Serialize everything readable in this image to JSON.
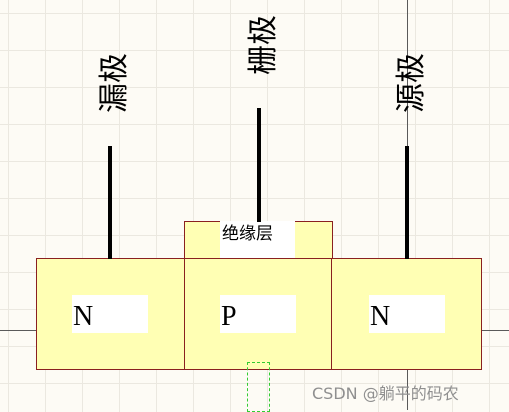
{
  "terminals": {
    "drain": "漏极",
    "gate": "栅极",
    "source": "源极"
  },
  "insulation_label": "绝缘层",
  "regions": {
    "left": "N",
    "middle": "P",
    "right": "N"
  },
  "watermark": "CSDN @躺平的码农",
  "colors": {
    "semiconductor_fill": "#ffffb4",
    "semiconductor_border": "#8a2020",
    "lead": "#000000",
    "selection_outline": "#33cc33"
  }
}
